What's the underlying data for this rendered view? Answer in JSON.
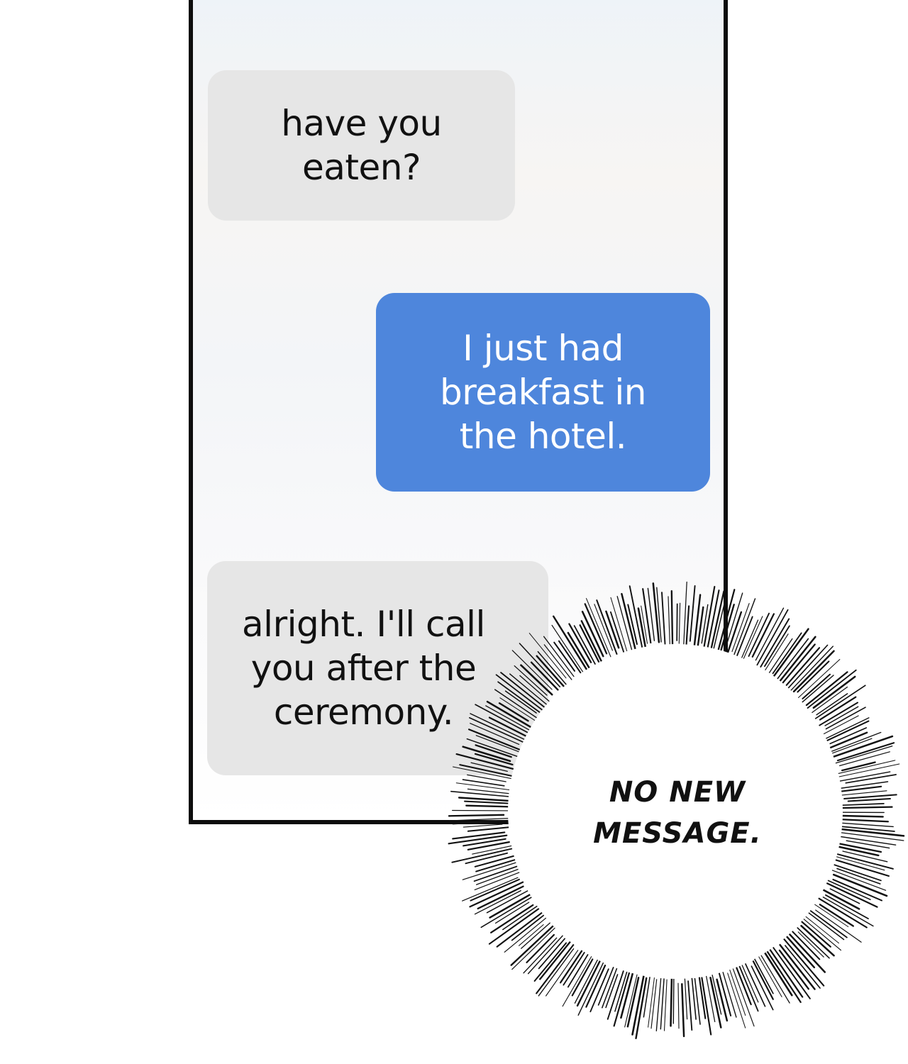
{
  "messages": [
    {
      "direction": "incoming",
      "text": "have you\neaten?"
    },
    {
      "direction": "outgoing",
      "text": "I just had\nbreakfast in\nthe hotel."
    },
    {
      "direction": "incoming",
      "text": "alright. I'll call\nyou after the\nceremony."
    }
  ],
  "burst_caption": "NO NEW\nMESSAGE.",
  "colors": {
    "incoming_bubble": "#e6e6e6",
    "outgoing_bubble": "#4e86dc",
    "outgoing_text": "#ffffff",
    "frame": "#0d0d0d"
  }
}
